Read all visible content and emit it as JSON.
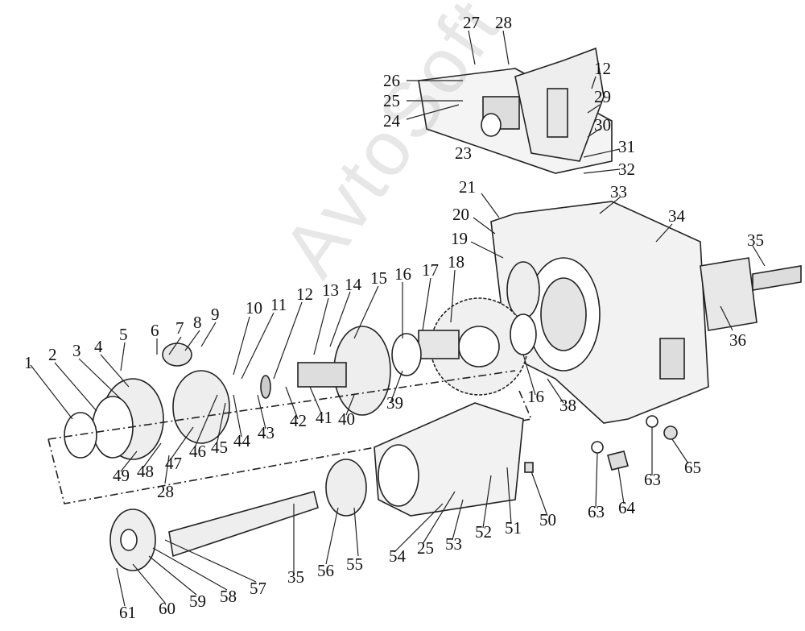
{
  "diagram": {
    "type": "exploded parts diagram",
    "watermark": "AvtoSoft",
    "labels": [
      "27",
      "28",
      "26",
      "12",
      "25",
      "29",
      "24",
      "30",
      "23",
      "31",
      "32",
      "21",
      "33",
      "34",
      "20",
      "35",
      "19",
      "17",
      "18",
      "16",
      "15",
      "14",
      "13",
      "12",
      "11",
      "10",
      "9",
      "8",
      "7",
      "6",
      "5",
      "4",
      "3",
      "2",
      "1",
      "36",
      "39",
      "40",
      "41",
      "42",
      "43",
      "44",
      "45",
      "46",
      "47",
      "48",
      "49",
      "28",
      "16",
      "38",
      "63",
      "65",
      "63",
      "64",
      "50",
      "51",
      "52",
      "53",
      "25",
      "54",
      "55",
      "56",
      "35",
      "57",
      "58",
      "59",
      "60",
      "61"
    ]
  }
}
